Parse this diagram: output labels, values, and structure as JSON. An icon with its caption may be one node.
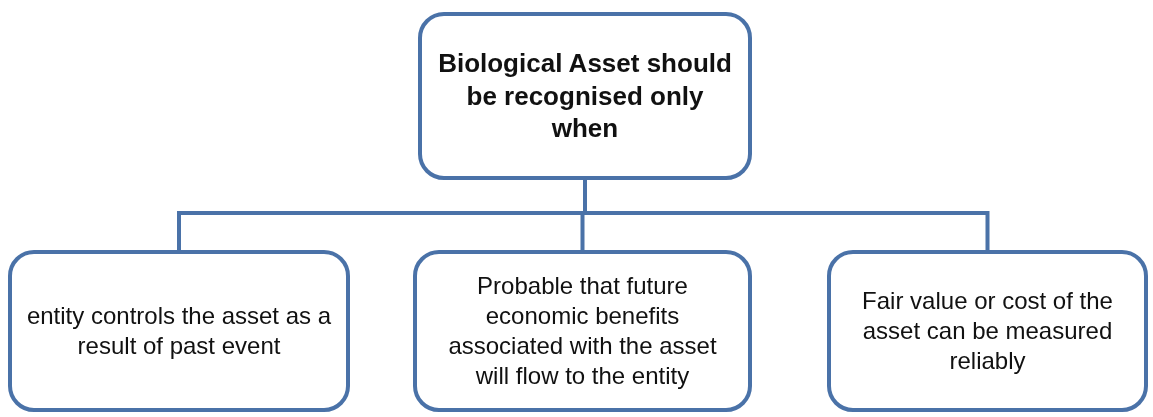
{
  "diagram": {
    "nodes": [
      {
        "text": [
          "Biological Asset should be recognised only when"
        ]
      },
      {
        "text": [
          "entity controls the asset as a result of past event"
        ]
      },
      {
        "text": [
          "Probable that future economic benefits associated with the asset will flow to the entity"
        ]
      },
      {
        "text": [
          "Fair value or cost of the asset can be measured reliably"
        ]
      }
    ],
    "edges": [
      {
        "from": 0,
        "to": 1,
        "arrow": "none"
      },
      {
        "from": 0,
        "to": 2,
        "arrow": "none"
      },
      {
        "from": 0,
        "to": 3,
        "arrow": "none"
      }
    ]
  }
}
